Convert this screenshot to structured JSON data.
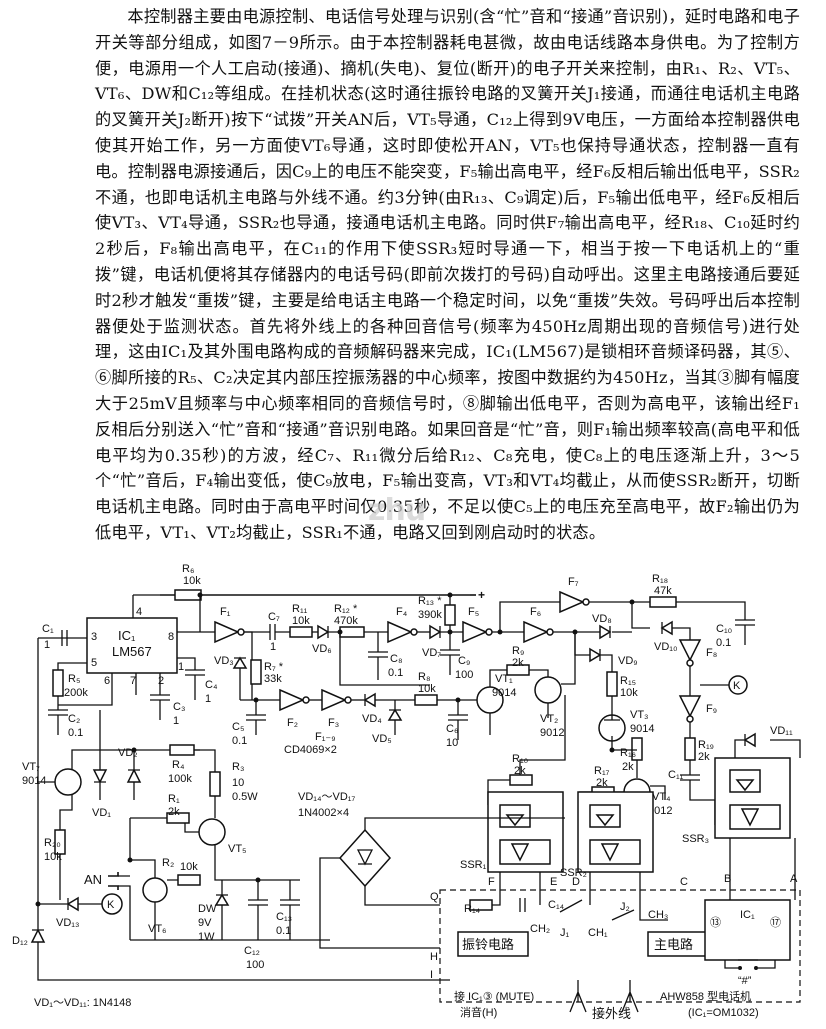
{
  "document": {
    "paragraph": "本控制器主要由电源控制、电话信号处理与识别(含“忙”音和“接通”音识别)，延时电路和电子开关等部分组成，如图7－9所示。由于本控制器耗电甚微，故由电话线路本身供电。为了控制方便，电源用一个人工启动(接通)、摘机(失电)、复位(断开)的电子开关来控制，由R₁、R₂、VT₅、VT₆、DW和C₁₂等组成。在挂机状态(这时通往振铃电路的叉簧开关J₁接通，而通往电话机主电路的叉簧开关J₂断开)按下“试拨”开关AN后，VT₅导通，C₁₂上得到9V电压，一方面给本控制器供电使其开始工作，另一方面使VT₆导通，这时即使松开AN，VT₅也保持导通状态，控制器一直有电。控制器电源接通后，因C₉上的电压不能突变，F₅输出高电平，经F₆反相后输出低电平，SSR₂不通，也即电话机主电路与外线不通。约3分钟(由R₁₃、C₉调定)后，F₅输出低电平，经F₆反相后使VT₃、VT₄导通，SSR₂也导通，接通电话机主电路。同时供F₇输出高电平，经R₁₈、C₁₀延时约2秒后，F₈输出高电平，在C₁₁的作用下使SSR₃短时导通一下，相当于按一下电话机上的“重拨”键，电话机便将其存储器内的电话号码(即前次拨打的号码)自动呼出。这里主电路接通后要延时2秒才触发“重拨”键，主要是给电话主电路一个稳定时间，以免“重拨”失效。号码呼出后本控制器便处于监测状态。首先将外线上的各种回音信号(频率为450Hz周期出现的音频信号)进行处理，这由IC₁及其外围电路构成的音频解码器来完成，IC₁(LM567)是锁相环音频译码器，其⑤、⑥脚所接的R₅、C₂决定其内部压控振荡器的中心频率，按图中数据约为450Hz，当其③脚有幅度大于25mV且频率与中心频率相同的音频信号时，⑧脚输出低电平，否则为高电平，该输出经F₁反相后分别送入“忙”音和“接通”音识别电路。如果回音是“忙”音，则F₁输出频率较高(高电平和低电平均为0.35秒)的方波，经C₇、R₁₁微分后给R₁₂、C₈充电，使C₈上的电压逐渐上升，3～5个“忙”音后，F₄输出变低，使C₉放电，F₅输出变高，VT₃和VT₄均截止，从而使SSR₂断开，切断电话机主电路。同时由于高电平时间仅0.35秒，不足以使C₅上的电压充至高电平，故F₂输出仍为低电平，VT₁、VT₂均截止，SSR₁不通，电路又回到刚启动时的状态。",
    "watermark": "zhu"
  },
  "schematic": {
    "ic1": {
      "name": "IC₁",
      "model": "LM567"
    },
    "ic_phone": "IC₁",
    "phone_model": "AHW858 型电话机",
    "phone_ic": "(IC₁=OM1032)",
    "ring_block": "振铃电路",
    "main_block": "主电路",
    "line_label": "接外线",
    "mute_label": "接 IC₁③ (MUTE)",
    "mute_sub": "消音(H)",
    "key_label": "“#”",
    "diode_note": "VD₁～VD₁₁:  1N4148",
    "gate_note": "F₁₋₉",
    "gate_chip": "CD4069×2",
    "bridge_name": "VD₁₄～VD₁₇",
    "bridge_model": "1N4002×4",
    "k": "K",
    "plus": "+",
    "an": "AN",
    "labels": {
      "R6": "R₆",
      "R6v": "10k",
      "R18": "R₁₈",
      "R18v": "47k",
      "R13": "R₁₃ *",
      "R13v": "390k",
      "R11": "R₁₁",
      "R11v": "10k",
      "R12": "R₁₂ *",
      "R12v": "470k",
      "R7": "R₇ *",
      "R7v": "33k",
      "R5": "R₅",
      "R5v": "200k",
      "R8": "R₈",
      "R8v": "10k",
      "R9": "R₉",
      "R9v": "2k",
      "R15": "R₁₅",
      "R15v": "10k",
      "R16": "R₁₆",
      "R16v": "2k",
      "R19": "R₁₉",
      "R19v": "2k",
      "R10": "R₁₀",
      "R10v": "2k",
      "R17": "R₁₇",
      "R17v": "2k",
      "R4": "R₄",
      "R4v": "100k",
      "R3": "R₃",
      "R3v": "10",
      "R3w": "0.5W",
      "R1": "R₁",
      "R1v": "2k",
      "R2": "R₂",
      "R2v": "10k",
      "R20": "R₂₀",
      "R20v": "10k",
      "R14": "R₁₄",
      "C1": "C₁",
      "C1v": "1",
      "C2": "C₂",
      "C2v": "0.1",
      "C3": "C₃",
      "C3v": "1",
      "C4": "C₄",
      "C4v": "1",
      "C5": "C₅",
      "C5v": "0.1",
      "C6": "C₆",
      "C6v": "10",
      "C7": "C₇",
      "C7v": "1",
      "C8": "C₈",
      "C8v": "0.1",
      "C9": "C₉",
      "C9v": "100",
      "C10": "C₁₀",
      "C10v": "0.1",
      "C11": "C₁₁",
      "C12": "C₁₂",
      "C12v": "100",
      "C13": "C₁₃",
      "C13v": "0.1",
      "C14": "C₁₄",
      "F1": "F₁",
      "F2": "F₂",
      "F3": "F₃",
      "F4": "F₄",
      "F5": "F₅",
      "F6": "F₆",
      "F7": "F₇",
      "F8": "F₈",
      "F9": "F₉",
      "VD1": "VD₁",
      "VD2": "VD₂",
      "VD3": "VD₃",
      "VD4": "VD₄",
      "VD5": "VD₅",
      "VD6": "VD₆",
      "VD7": "VD₇",
      "VD8": "VD₈",
      "VD9": "VD₉",
      "VD10": "VD₁₀",
      "VD11": "VD₁₁",
      "VD13": "VD₁₃",
      "D12": "D₁₂",
      "VT1": "VT₁",
      "VT1v": "9014",
      "VT2": "VT₂",
      "VT2v": "9012",
      "VT3": "VT₃",
      "VT3v": "9014",
      "VT4": "VT₄",
      "VT4v": "9012",
      "VT5": "VT₅",
      "VT6": "VT₆",
      "VT7": "VT₇",
      "VT7v": "9014",
      "DW": "DW",
      "DWv": "9V",
      "DWw": "1W",
      "SSR1": "SSR₁",
      "SSR2": "SSR₂",
      "SSR3": "SSR₃",
      "J1": "J₁",
      "J2": "J₂",
      "CH1": "CH₁",
      "CH2": "CH₂",
      "CH3": "CH₃",
      "pin13": "⑬",
      "pin17": "⑰",
      "A": "A",
      "B": "B",
      "C": "C",
      "D": "D",
      "E": "E",
      "F": "F",
      "H": "H",
      "I": "I",
      "Q": "Q",
      "p1": "1",
      "p2": "2",
      "p3": "3",
      "p4": "4",
      "p5": "5",
      "p6": "6",
      "p7": "7",
      "p8": "8"
    }
  }
}
